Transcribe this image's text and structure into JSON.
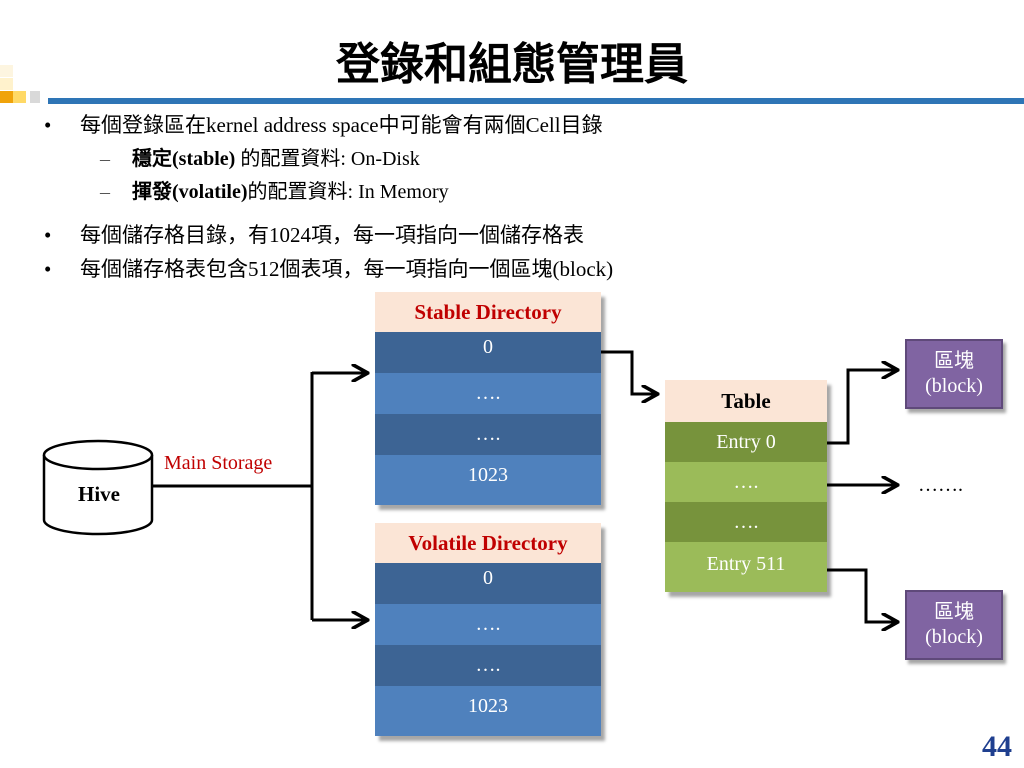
{
  "title": "登錄和組態管理員",
  "bullets": {
    "b1": "每個登錄區在kernel address space中可能會有兩個Cell目錄",
    "b1_sub1_bold": "穩定(stable)",
    "b1_sub1_rest": " 的配置資料: On-Disk",
    "b1_sub2_bold": "揮發(volatile)",
    "b1_sub2_rest": "的配置資料: In Memory",
    "b2": "每個儲存格目錄，有1024項，每一項指向一個儲存格表",
    "b3": "每個儲存格表包含512個表項，每一項指向一個區塊(block)"
  },
  "diagram": {
    "hive_label": "Hive",
    "main_storage_label": "Main Storage",
    "stable_directory": {
      "title": "Stable Directory",
      "cells": [
        "0",
        "….",
        "….",
        "1023"
      ]
    },
    "volatile_directory": {
      "title": "Volatile Directory",
      "cells": [
        "0",
        "….",
        "….",
        "1023"
      ]
    },
    "table": {
      "title": "Table",
      "cells": [
        "Entry 0",
        "….",
        "….",
        "Entry 511"
      ]
    },
    "block_top": {
      "line1": "區塊",
      "line2": "(block)"
    },
    "block_bottom": {
      "line1": "區塊",
      "line2": "(block)"
    },
    "middle_dots": "……."
  },
  "page_number": "44",
  "colors": {
    "header_fill": "#fbe5d6",
    "header_text_red": "#c00000",
    "directory_dark": "#3d6494",
    "directory_light": "#4f81bd",
    "table_dark": "#77933c",
    "table_light": "#9bbb59",
    "block_fill": "#8064a2",
    "page_number": "#1f3f8f",
    "deco_orange": "#f0a30a",
    "deco_yellow": "#ffd966",
    "deco_blue": "#2e75b6"
  }
}
